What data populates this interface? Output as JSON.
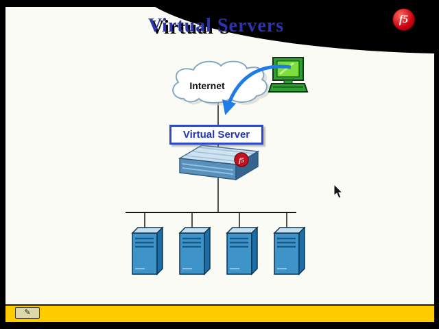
{
  "slide": {
    "title": "Virtual Servers"
  },
  "logo": {
    "text": "f5"
  },
  "diagram": {
    "internet_label": "Internet",
    "virtual_server_label": "Virtual Server",
    "appliance_badge": "f5",
    "server_count": 4
  },
  "toolbar": {
    "pencil_icon": "✎"
  },
  "colors": {
    "title_blue": "#2a35ae",
    "arrow_blue": "#1e7ce8",
    "bar_yellow": "#ffcc00",
    "server_front": "#3e93c8",
    "logo_red": "#cc0011"
  }
}
